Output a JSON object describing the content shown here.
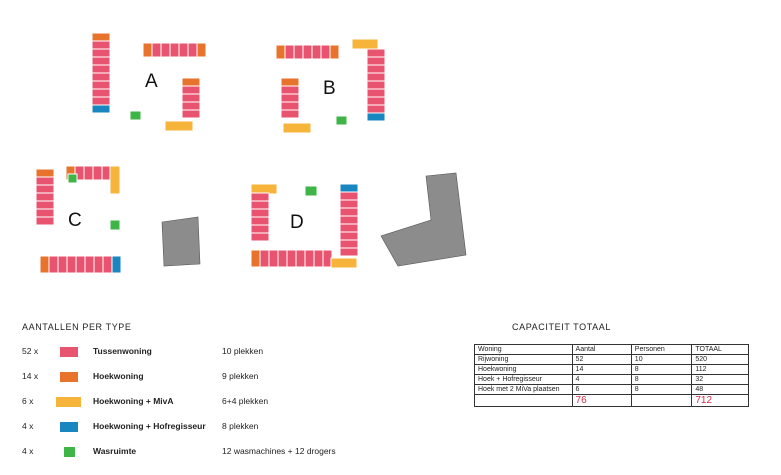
{
  "colors": {
    "tussenwoning": "#e8546f",
    "hoekwoning": "#e8732c",
    "hoekwoning_miva": "#f6b43a",
    "hoekwoning_hofregisseur": "#1a86bf",
    "wasruimte": "#3fb548",
    "building": "#8c8c8c"
  },
  "site": {
    "cluster_labels": [
      "A",
      "B",
      "C",
      "D"
    ]
  },
  "legend": {
    "title": "AANTALLEN PER TYPE",
    "items": [
      {
        "count": "52 x",
        "name": "Tussenwoning",
        "capacity": "10 plekken",
        "color": "#e8546f"
      },
      {
        "count": "14 x",
        "name": "Hoekwoning",
        "capacity": "9 plekken",
        "color": "#e8732c"
      },
      {
        "count": "6 x",
        "name": "Hoekwoning + MivA",
        "capacity": "6+4 plekken",
        "color": "#f6b43a"
      },
      {
        "count": "4 x",
        "name": "Hoekwoning + Hofregisseur",
        "capacity": "8 plekken",
        "color": "#1a86bf"
      },
      {
        "count": "4 x",
        "name": "Wasruimte",
        "capacity": "12 wasmachines + 12 drogers",
        "color": "#3fb548"
      }
    ]
  },
  "capacity": {
    "title": "CAPACITEIT TOTAAL",
    "headers": [
      "Woning",
      "Aantal",
      "Personen",
      "TOTAAL"
    ],
    "rows": [
      [
        "Rijwoning",
        "52",
        "10",
        "520"
      ],
      [
        "Hoekwoning",
        "14",
        "8",
        "112"
      ],
      [
        "Hoek + Hofregisseur",
        "4",
        "8",
        "32"
      ],
      [
        "Hoek met 2 MiVa plaatsen",
        "6",
        "8",
        "48"
      ]
    ],
    "totals": [
      "",
      "76",
      "",
      "712"
    ]
  }
}
